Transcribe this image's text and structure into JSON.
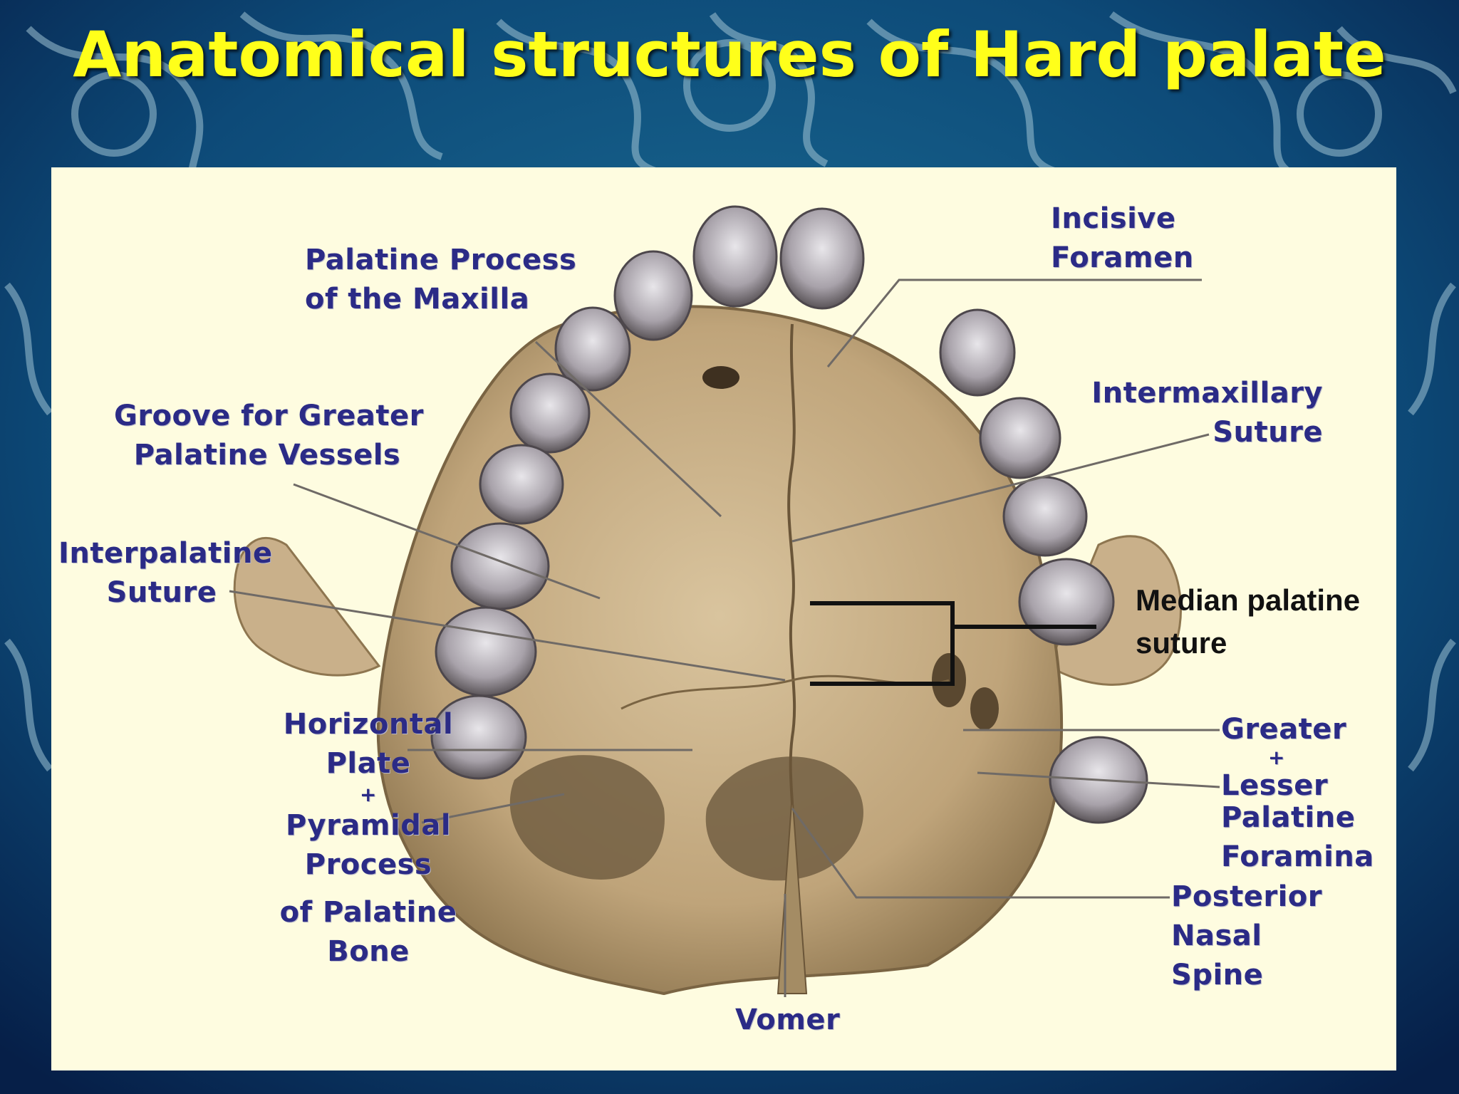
{
  "title": "Anatomical structures of Hard palate",
  "colors": {
    "title": "#ffff1a",
    "label": "#2b2b86",
    "background": "#0b3a63",
    "figure": "#fefce0"
  },
  "labels": {
    "palatine_process": [
      "Palatine Process",
      "of the Maxilla"
    ],
    "incisive_foramen": [
      "Incisive",
      "Foramen"
    ],
    "groove_greater_palatine": [
      "Groove for Greater",
      "Palatine Vessels"
    ],
    "intermaxillary_suture": [
      "Intermaxillary",
      "Suture"
    ],
    "interpalatine_suture": [
      "Interpalatine",
      "Suture"
    ],
    "median_palatine_suture": [
      "Median palatine",
      "suture"
    ],
    "horizontal_plate": [
      "Horizontal",
      "Plate",
      "+",
      "Pyramidal",
      "Process",
      "of Palatine",
      "Bone"
    ],
    "greater_lesser_foramina": [
      "Greater",
      "+",
      "Lesser",
      "Palatine",
      "Foramina"
    ],
    "posterior_nasal_spine": [
      "Posterior",
      "Nasal",
      "Spine"
    ],
    "vomer": "Vomer"
  }
}
